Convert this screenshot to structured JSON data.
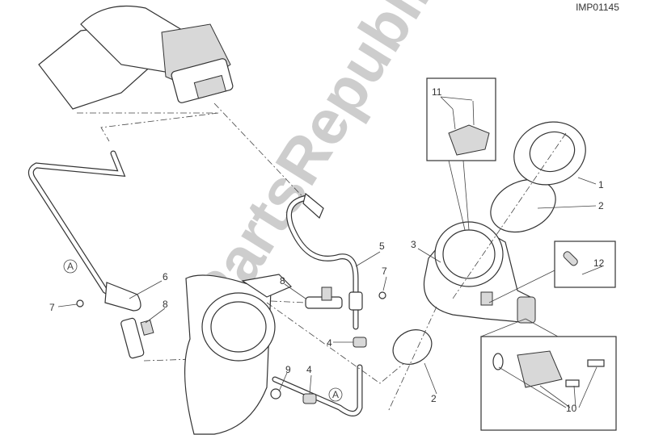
{
  "diagram": {
    "reference_code": "IMP01145",
    "watermark": "PartsRepublik",
    "callouts": {
      "part_1": "1",
      "part_2_top": "2",
      "part_2_bottom": "2",
      "part_3": "3",
      "part_4_top": "4",
      "part_4_bottom": "4",
      "part_5": "5",
      "part_6": "6",
      "part_7_left": "7",
      "part_7_right": "7",
      "part_8_left": "8",
      "part_8_right": "8",
      "part_9": "9",
      "part_10": "10",
      "part_11": "11",
      "part_12": "12",
      "ref_a_left": "A",
      "ref_a_bottom": "A"
    }
  }
}
